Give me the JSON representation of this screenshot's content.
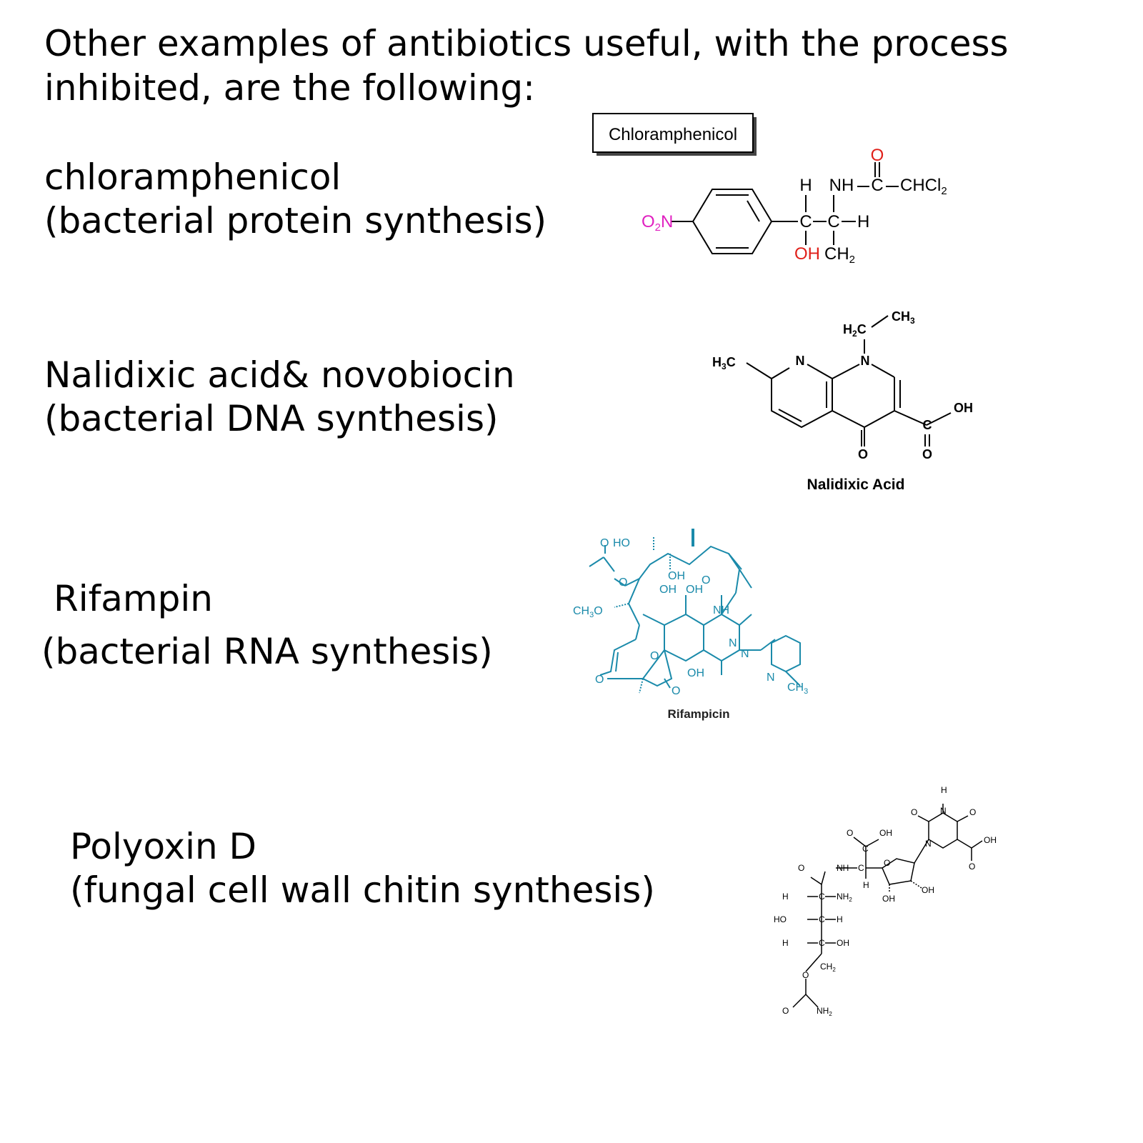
{
  "heading": {
    "line1": "Other examples of antibiotics useful, with the process",
    "line2": "inhibited, are the following:"
  },
  "items": [
    {
      "name": "chloramphenicol",
      "process": "(bacterial protein synthesis)"
    },
    {
      "name": "Nalidixic acid& novobiocin",
      "process": "(bacterial DNA synthesis)"
    },
    {
      "name": "Rifampin",
      "process": "(bacterial RNA synthesis)"
    },
    {
      "name": "Polyoxin D",
      "process": "(fungal cell wall chitin synthesis)"
    }
  ],
  "structures": {
    "chloramphenicol": {
      "box_label": "Chloramphenicol",
      "atoms": {
        "o_top": "O",
        "h": "H",
        "nh": "NH",
        "c_acyl": "C",
        "chcl2": "CHCl",
        "chcl2_sub": "2",
        "o2n_o": "O",
        "o2n_sub": "2",
        "o2n_n": "N",
        "c1": "C",
        "c2": "C",
        "h_right": "H",
        "oh": "OH",
        "ch2": "CH",
        "ch2_sub": "2"
      },
      "colors": {
        "bond": "#000000",
        "nitro": "#e020c0",
        "oxygen": "#e0201a"
      }
    },
    "nalidixic": {
      "caption": "Nalidixic Acid",
      "atoms": {
        "ch3": "CH",
        "ch3_sub": "3",
        "h2c_h": "H",
        "h2c_sub": "2",
        "h2c_c": "C",
        "h3c_h": "H",
        "h3c_sub": "3",
        "h3c_c": "C",
        "n1": "N",
        "n2": "N",
        "oh": "OH",
        "c_acid": "C",
        "o_ring": "O",
        "o_acid": "O"
      }
    },
    "rifampicin": {
      "caption": "Rifampicin",
      "color": "#1a8aaa",
      "atoms": {
        "o_ester": "O",
        "ho": "HO",
        "o_link": "O",
        "oh_top": "OH",
        "oh_a": "OH",
        "oh_b": "OH",
        "o_amide": "O",
        "nh": "NH",
        "ch3o": "CH",
        "ch3o_sub": "3",
        "ch3o_o": "O",
        "o_furan": "O",
        "o_ketone": "O",
        "oh_bottom": "OH",
        "o_left": "O",
        "n1": "N",
        "n2": "N",
        "n3": "N",
        "ch3": "CH",
        "ch3_sub": "3"
      }
    },
    "polyoxin": {
      "atoms": {
        "h_top": "H",
        "n_top": "N",
        "o_l": "O",
        "o_r": "O",
        "n_ring": "N",
        "oh_acid": "OH",
        "o_acid": "O",
        "o_cooh": "O",
        "oh_cooh": "OH",
        "c_cooh": "C",
        "o_amide": "O",
        "nh": "NH",
        "c_mid": "C",
        "h_mid": "H",
        "o_furan": "O",
        "oh_furan_r": "OH",
        "oh_furan_l": "OH",
        "h1": "H",
        "c1": "C",
        "nh2_1": "NH",
        "nh2_1_sub": "2",
        "ho2": "HO",
        "c2": "C",
        "h2": "H",
        "h3": "H",
        "c3": "C",
        "oh3": "OH",
        "ch2": "CH",
        "ch2_sub": "2",
        "o_carb": "O",
        "o_carb2": "O",
        "nh2_2": "NH",
        "nh2_2_sub": "2"
      }
    }
  }
}
